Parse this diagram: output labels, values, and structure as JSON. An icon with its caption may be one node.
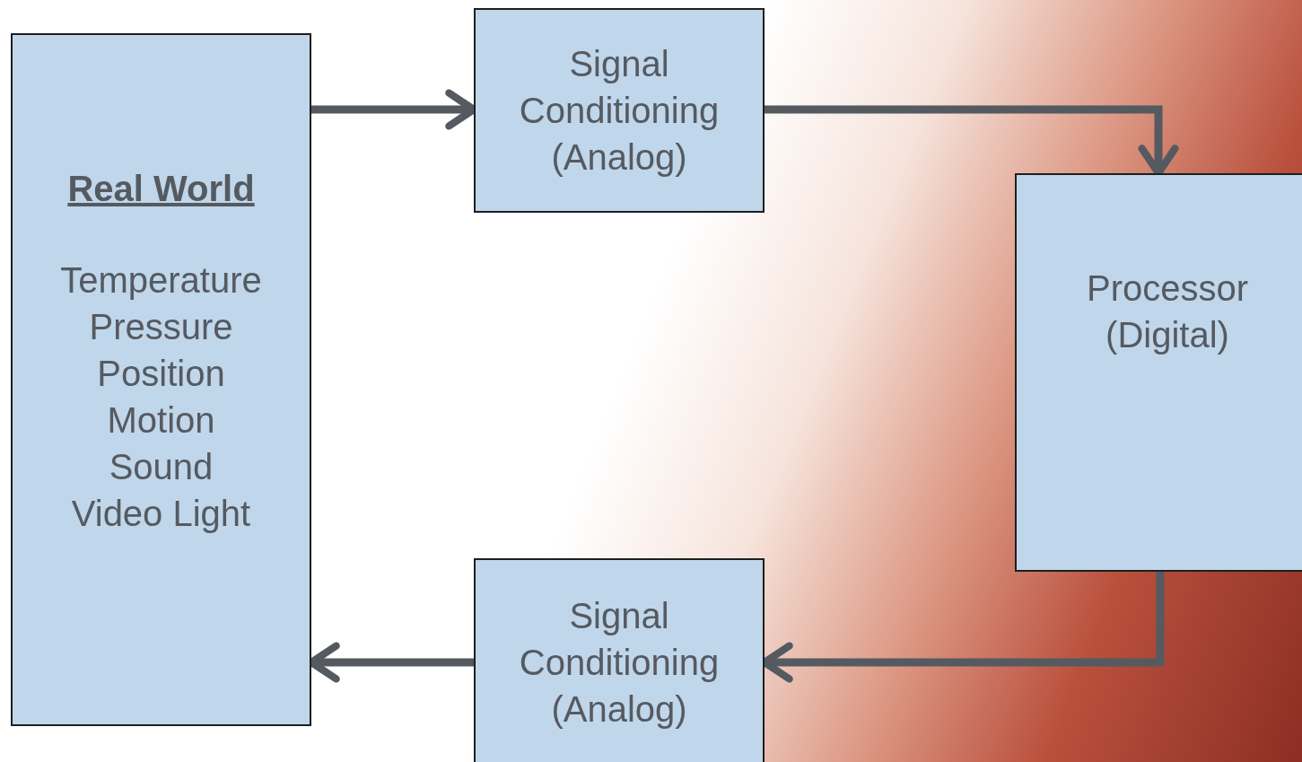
{
  "diagram": {
    "nodes": [
      {
        "text": [
          "Real World",
          "Temperature Pressure Position Motion Sound Video Light"
        ]
      },
      {
        "text": [
          "Signal Conditioning (Analog)"
        ]
      },
      {
        "text": [
          "Processor (Digital)"
        ]
      },
      {
        "text": [
          "Signal Conditioning (Analog)"
        ]
      }
    ],
    "edges": [
      {
        "from": 0,
        "to": 1,
        "arrow": "to"
      },
      {
        "from": 1,
        "to": 2,
        "arrow": "to"
      },
      {
        "from": 2,
        "to": 3,
        "arrow": "to"
      },
      {
        "from": 3,
        "to": 0,
        "arrow": "to"
      }
    ]
  }
}
